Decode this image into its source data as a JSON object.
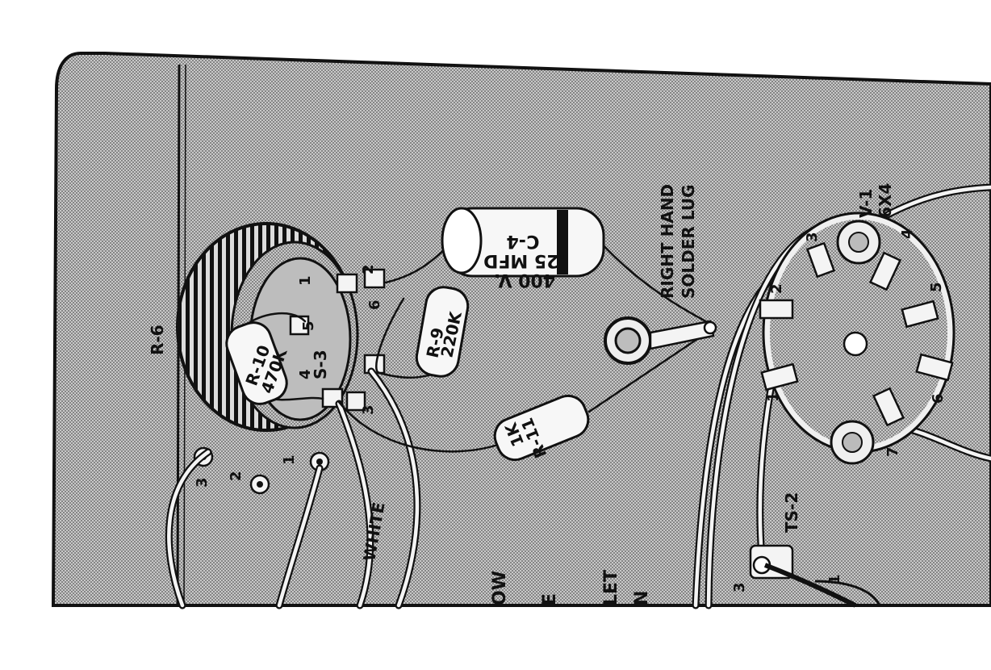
{
  "components": {
    "r6": "R-6",
    "r9": {
      "ref": "R-9",
      "value": "220K"
    },
    "r10": {
      "ref": "R-10",
      "value": "470K"
    },
    "r11": {
      "ref": "R-11",
      "value": "1K"
    },
    "c4": {
      "ref": "C-4",
      "capacitance": ".25 MFD",
      "voltage": "400 V."
    },
    "s3": "S-3",
    "v1": {
      "ref": "V-1",
      "type": "6X4"
    },
    "ts2": "TS-2"
  },
  "labels": {
    "solder_lug_line1": "RIGHT HAND",
    "solder_lug_line2": "SOLDER LUG",
    "wire_white": "WHITE",
    "cut_off_1": "OW",
    "cut_off_2": "E",
    "cut_off_3": "LET",
    "cut_off_4": "N"
  },
  "pin_numbers": {
    "r6": [
      "3",
      "2",
      "1"
    ],
    "s3": [
      "1",
      "2",
      "3",
      "4",
      "5",
      "6"
    ],
    "v1": [
      "1",
      "2",
      "3",
      "4",
      "5",
      "6",
      "7"
    ],
    "ts2": [
      "3",
      "1"
    ]
  },
  "colors": {
    "ink": "#111111",
    "paper": "#ffffff",
    "chassis_dot": "#555555"
  }
}
